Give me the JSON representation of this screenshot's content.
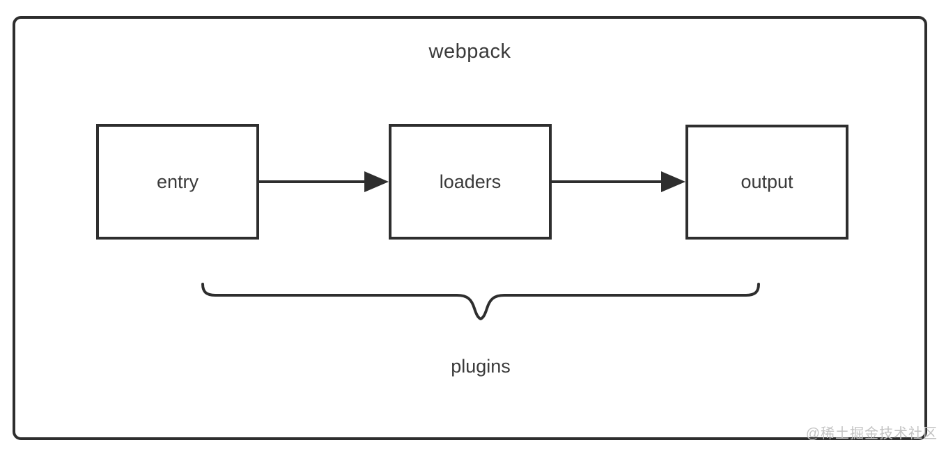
{
  "diagram": {
    "title": "webpack",
    "nodes": [
      {
        "id": "entry",
        "label": "entry"
      },
      {
        "id": "loaders",
        "label": "loaders"
      },
      {
        "id": "output",
        "label": "output"
      }
    ],
    "arrows": [
      {
        "from": "entry",
        "to": "loaders"
      },
      {
        "from": "loaders",
        "to": "output"
      }
    ],
    "brace_label": "plugins",
    "watermark": "@稀土掘金技术社区",
    "colors": {
      "stroke": "#2e2e2e",
      "text": "#3a3a3a",
      "watermark": "#c3c3c3",
      "background": "#ffffff"
    }
  }
}
